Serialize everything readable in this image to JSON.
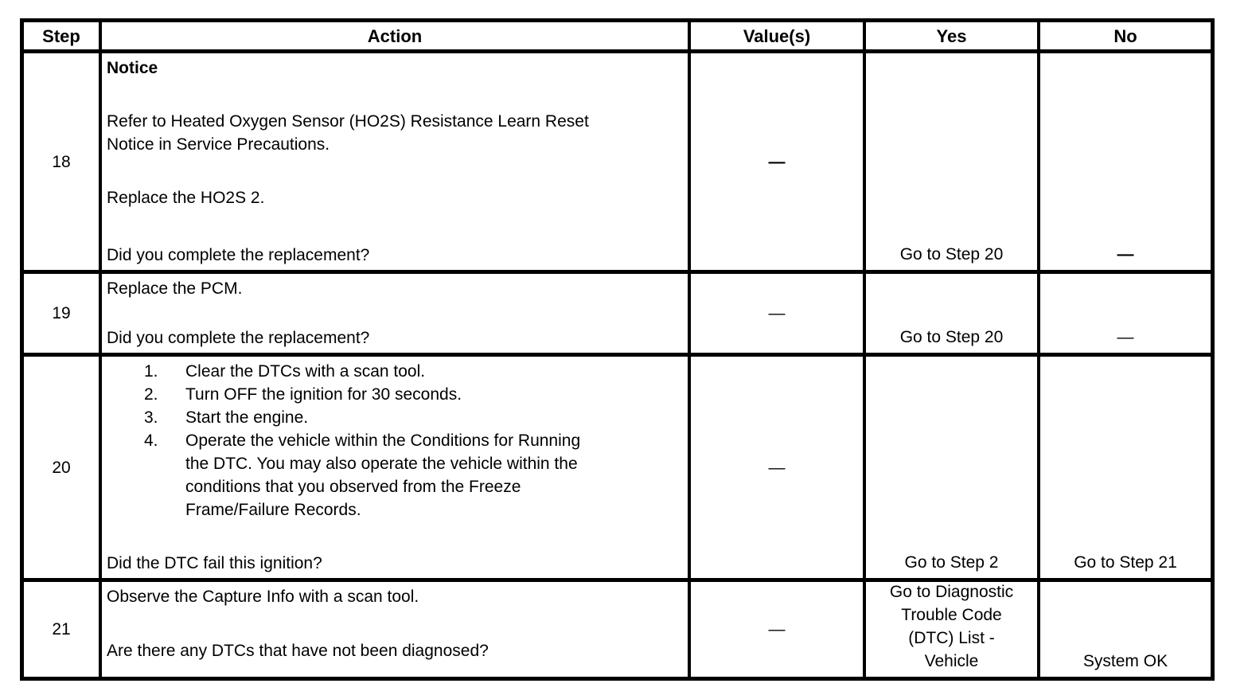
{
  "table": {
    "headers": {
      "step": "Step",
      "action": "Action",
      "values": "Value(s)",
      "yes": "Yes",
      "no": "No"
    },
    "rows": [
      {
        "step": "18",
        "action": {
          "notice": "Notice",
          "p1": "Refer to Heated Oxygen Sensor (HO2S) Resistance Learn Reset\nNotice in Service Precautions.",
          "p2": "Replace the HO2S 2.",
          "question": "Did you complete the replacement?"
        },
        "value": "—",
        "yes": "Go to Step 20",
        "no": "—"
      },
      {
        "step": "19",
        "action": {
          "p1": "Replace the PCM.",
          "question": "Did you complete the replacement?"
        },
        "value": "—",
        "yes": "Go to Step 20",
        "no": "—"
      },
      {
        "step": "20",
        "action": {
          "list": [
            {
              "n": "1.",
              "text": "Clear the DTCs with a scan tool."
            },
            {
              "n": "2.",
              "text": "Turn OFF the ignition for 30 seconds."
            },
            {
              "n": "3.",
              "text": "Start the engine."
            },
            {
              "n": "4.",
              "text": "Operate the vehicle within the Conditions for Running\nthe DTC. You may also operate the vehicle within the\nconditions that you observed from the Freeze\nFrame/Failure Records."
            }
          ],
          "question": "Did the DTC fail this ignition?"
        },
        "value": "—",
        "yes": "Go to Step 2",
        "no": "Go to Step 21"
      },
      {
        "step": "21",
        "action": {
          "p1": "Observe the Capture Info with a scan tool.",
          "question": "Are there any DTCs that have not been diagnosed?"
        },
        "value": "—",
        "yes": "Go to Diagnostic\nTrouble Code\n(DTC) List -\nVehicle",
        "no": "System OK"
      }
    ]
  }
}
